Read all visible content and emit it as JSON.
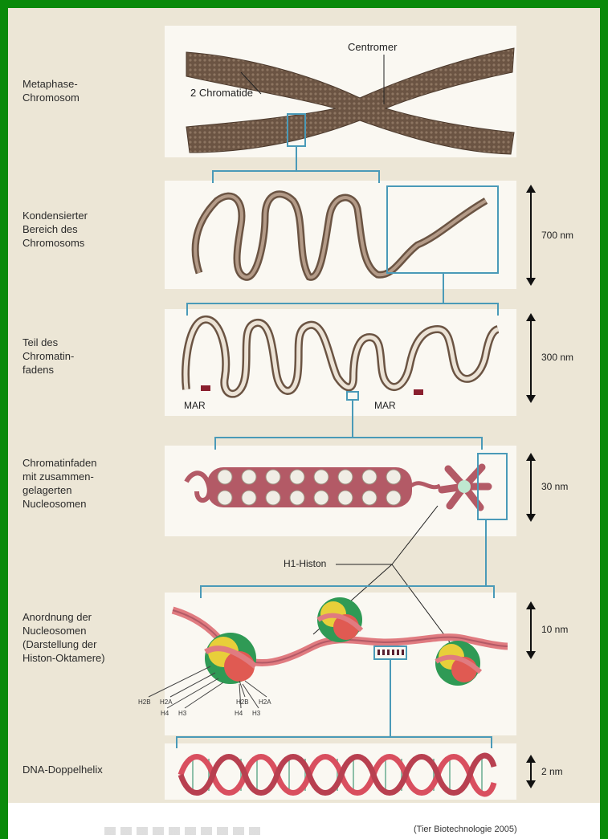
{
  "labels": {
    "metaphase": "Metaphase-\nChromosom",
    "kondensiert": "Kondensierter\nBereich des\nChromosoms",
    "chromatinfaden": "Teil des\nChromatin-\nfadens",
    "nucleosomen": "Chromatinfaden\nmit zusammen-\ngelagerten\nNucleosomen",
    "anordnung": "Anordnung der\nNucleosomen\n(Darstellung der\nHiston-Oktamere)",
    "dna": "DNA-Doppelhelix"
  },
  "annotations": {
    "centromer": "Centromer",
    "chromatide": "2 Chromatide",
    "mar": "MAR",
    "h1_histon": "H1-Histon",
    "histone": [
      "H2B",
      "H2A",
      "H4",
      "H3"
    ]
  },
  "scales": {
    "s700": "700 nm",
    "s300": "300 nm",
    "s30": "30 nm",
    "s10": "10 nm",
    "s2": "2 nm"
  },
  "source": "(Tier Biotechnologie 2005)",
  "colors": {
    "background_border": "#0a8a0a",
    "chromosome": "#6b5443",
    "fiber": "#b49b88",
    "nucleosome_fiber": "#b35a66",
    "helix": "#d94f5f",
    "connector": "#4a9ab8"
  }
}
